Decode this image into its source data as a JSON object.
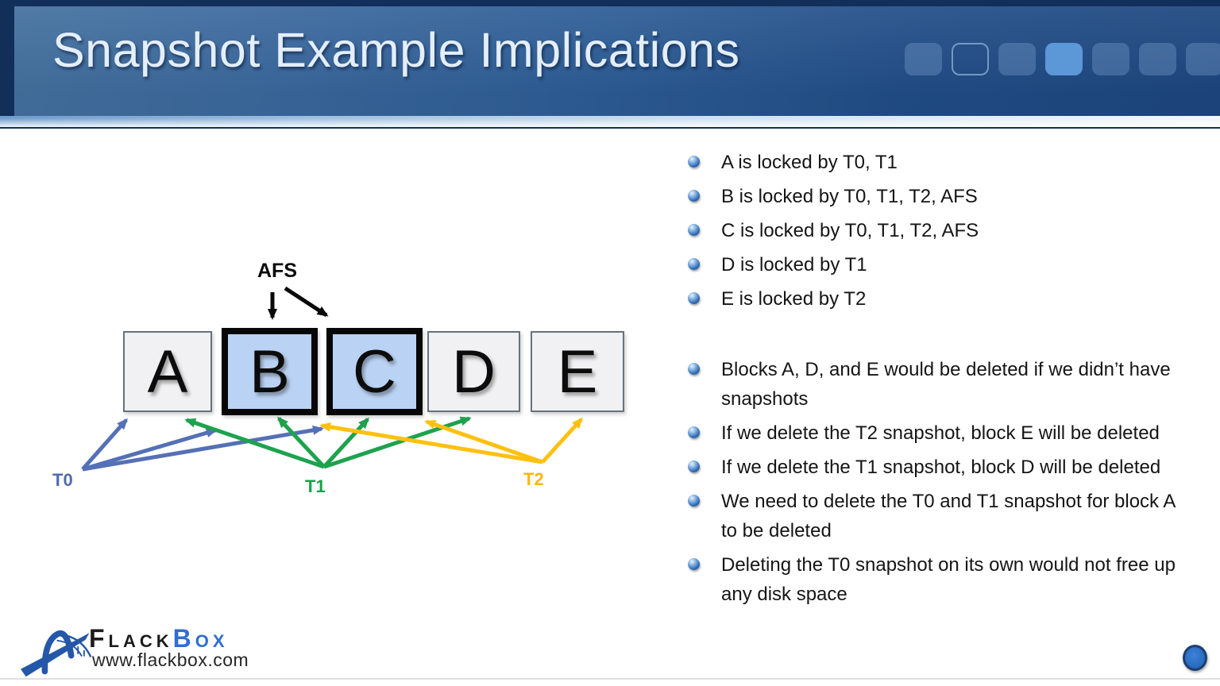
{
  "header": {
    "title": "Snapshot Example Implications"
  },
  "diagram": {
    "afs_label": "AFS",
    "blocks": [
      {
        "letter": "A",
        "highlighted": false
      },
      {
        "letter": "B",
        "highlighted": true
      },
      {
        "letter": "C",
        "highlighted": true
      },
      {
        "letter": "D",
        "highlighted": false
      },
      {
        "letter": "E",
        "highlighted": false
      }
    ],
    "snapshots": [
      {
        "label": "T0",
        "color": "#5470b6",
        "locks": [
          "A",
          "B",
          "C"
        ]
      },
      {
        "label": "T1",
        "color": "#1ea24d",
        "locks": [
          "A",
          "B",
          "C",
          "D"
        ]
      },
      {
        "label": "T2",
        "color": "#ffc010",
        "locks": [
          "B",
          "C",
          "E"
        ]
      }
    ],
    "afs_locks": [
      "B",
      "C"
    ]
  },
  "bullets": {
    "group1": [
      "A is locked by T0, T1",
      "B is locked by T0, T1, T2, AFS",
      "C is locked by T0, T1, T2, AFS",
      "D is locked by T1",
      "E is locked by T2"
    ],
    "group2": [
      "Blocks A, D, and E would be deleted if we didn’t have snapshots",
      "If we delete the T2 snapshot, block E will be deleted",
      "If we delete the T1 snapshot, block D will be deleted",
      "We need to delete the T0 and T1 snapshot for block A to be deleted",
      "Deleting the T0 snapshot on its own would not free up any disk space"
    ]
  },
  "footer": {
    "logo_part1": "Flack",
    "logo_part2": "Box",
    "website": "www.flackbox.com"
  }
}
